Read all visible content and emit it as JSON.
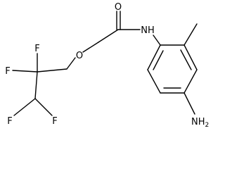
{
  "atoms": {
    "carbonyl_oxygen": "O",
    "amide_nitrogen": "NH",
    "ether_oxygen": "O",
    "fluorine_1": "F",
    "fluorine_2": "F",
    "fluorine_3": "F",
    "fluorine_4": "F",
    "amine": {
      "element": "NH",
      "subscript": "2"
    }
  }
}
